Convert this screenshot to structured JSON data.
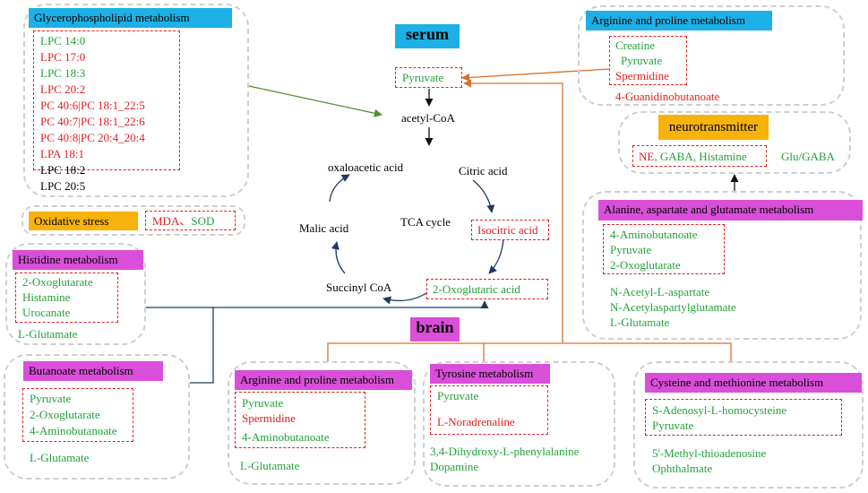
{
  "colors": {
    "green": "#23a13a",
    "red": "#e01e1e",
    "orange_line": "#d8702a",
    "navy_line": "#1f3a60",
    "olive_line": "#4f8f2f"
  },
  "glycero": {
    "title": "Glycerophospholipid metabolism",
    "items": [
      {
        "text": "LPC 14:0",
        "c": "g"
      },
      {
        "text": "LPC 17:0",
        "c": "r"
      },
      {
        "text": "LPC 18:3",
        "c": "g"
      },
      {
        "text": "LPC 20:2",
        "c": "r"
      },
      {
        "text": "PC 40:6|PC 18:1_22:5",
        "c": "r"
      },
      {
        "text": "PC 40:7|PC 18:1_22:6",
        "c": "r"
      },
      {
        "text": "PC 40:8|PC 20:4_20:4",
        "c": "r"
      },
      {
        "text": "LPA 18:1",
        "c": "r"
      },
      {
        "text": "LPC 18:2",
        "c": "k"
      },
      {
        "text": "LPC 20:5",
        "c": "k"
      }
    ]
  },
  "oxidative": {
    "title": "Oxidative stress",
    "mda": "MDA",
    "sep": "、",
    "sod": "SOD"
  },
  "histidine": {
    "title": "Histidine metabolism",
    "items": [
      "2-Oxoglutarate",
      "Histamine",
      "Urocanate"
    ],
    "extra": "L-Glutamate"
  },
  "butanoate": {
    "title": "Butanoate metabolism",
    "items": [
      "Pyruvate",
      "2-Oxoglutarate",
      "4-Aminobutanoate"
    ],
    "extra": "L-Glutamate"
  },
  "serum": "serum",
  "brain": "brain",
  "tca": {
    "pyruvate": "Pyruvate",
    "acetyl": "acetyl-CoA",
    "citric": "Citric acid",
    "oxaloacetic": "oxaloacetic acid",
    "cycle": "TCA cycle",
    "isocitric": "Isocitric acid",
    "malic": "Malic acid",
    "succinyl": "Succinyl CoA",
    "oxoglutaric": "2-Oxoglutaric acid"
  },
  "arginine_serum": {
    "title": "Arginine and proline metabolism",
    "items": [
      {
        "text": "Creatine",
        "c": "g"
      },
      {
        "text": "Pyruvate",
        "c": "g"
      },
      {
        "text": "Spermidine",
        "c": "r"
      }
    ],
    "extra": "4-Guanidinobutanoate"
  },
  "neurotransmitter": {
    "title": "neurotransmitter",
    "ne": "NE",
    "gaba": "GABA",
    "histamine": "Histamine",
    "comma": ", ",
    "extra": "Glu/GABA"
  },
  "alanine": {
    "title": "Alanine, aspartate and glutamate metabolism",
    "items": [
      "4-Aminobutanoate",
      "Pyruvate",
      "2-Oxoglutarate"
    ],
    "extra": [
      "N-Acetyl-L-aspartate",
      "N-Acetylaspartylglutamate",
      "L-Glutamate"
    ]
  },
  "arginine_brain": {
    "title": "Arginine and proline metabolism",
    "items": [
      {
        "text": "Pyruvate",
        "c": "g"
      },
      {
        "text": "Spermidine",
        "c": "r"
      },
      {
        "text": "4-Aminobutanoate",
        "c": "g"
      }
    ],
    "extra": "L-Glutamate"
  },
  "tyrosine": {
    "title": "Tyrosine metabolism",
    "items": [
      {
        "text": "Pyruvate",
        "c": "g"
      },
      {
        "text": "L-Noradrenaline",
        "c": "r"
      }
    ],
    "extra": [
      "3,4-Dihydroxy-L-phenylalanine",
      "Dopamine"
    ]
  },
  "cysteine": {
    "title": "Cysteine and methionine metabolism",
    "items": [
      "S-Adenosyl-L-homocysteine",
      "Pyruvate"
    ],
    "extra": [
      "5'-Methyl-thioadenosine",
      "Ophthalmate"
    ]
  }
}
